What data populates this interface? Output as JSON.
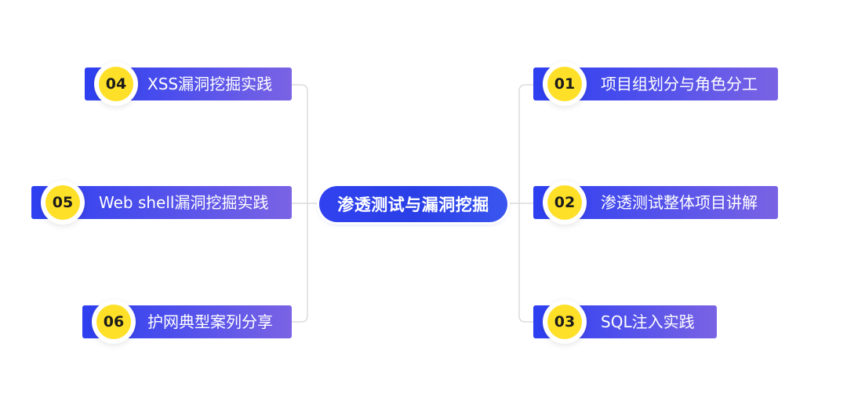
{
  "center": {
    "label": "渗透测试与漏洞挖掘"
  },
  "nodes": [
    {
      "id": "01",
      "label": "项目组划分与角色分工"
    },
    {
      "id": "02",
      "label": "渗透测试整体项目讲解"
    },
    {
      "id": "03",
      "label": "SQL注入实践"
    },
    {
      "id": "04",
      "label": "XSS漏洞挖掘实践"
    },
    {
      "id": "05",
      "label": "Web shell漏洞挖掘实践"
    },
    {
      "id": "06",
      "label": "护网典型案列分享"
    }
  ],
  "colors": {
    "bar_start": "#2d3ff0",
    "bar_end": "#7a63e4",
    "badge": "#ffe028",
    "connector": "#dcdcdc",
    "center": "#2a3fe6"
  }
}
